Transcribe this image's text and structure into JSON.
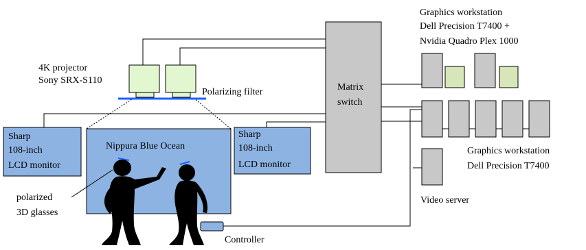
{
  "diagram": {
    "projector_label": [
      "4K projector",
      "Sony SRX-S110"
    ],
    "filter_label": "Polarizing filter",
    "left_monitor_label": [
      "Sharp",
      "108-inch",
      "LCD monitor"
    ],
    "screen_label": "Nippura Blue Ocean",
    "right_monitor_label": [
      "Sharp",
      "108-inch",
      "LCD monitor"
    ],
    "matrix_label": [
      "Matrix",
      "switch"
    ],
    "workstation_top_label": [
      "Graphics workstation",
      "Dell Precision  T7400 +",
      "Nvidia Quadro Plex 1000"
    ],
    "workstation_mid_label": [
      "Graphics workstation",
      "Dell Precision  T7400"
    ],
    "video_server_label": "Video server",
    "glasses_label": [
      "polarized",
      "3D glasses"
    ],
    "controller_label": "Controller"
  },
  "colors": {
    "blue_panel": "#8db3e2",
    "gray_box": "#c8c8c8",
    "green_box": "#d6e6b9",
    "filter": "#1f5fff"
  }
}
